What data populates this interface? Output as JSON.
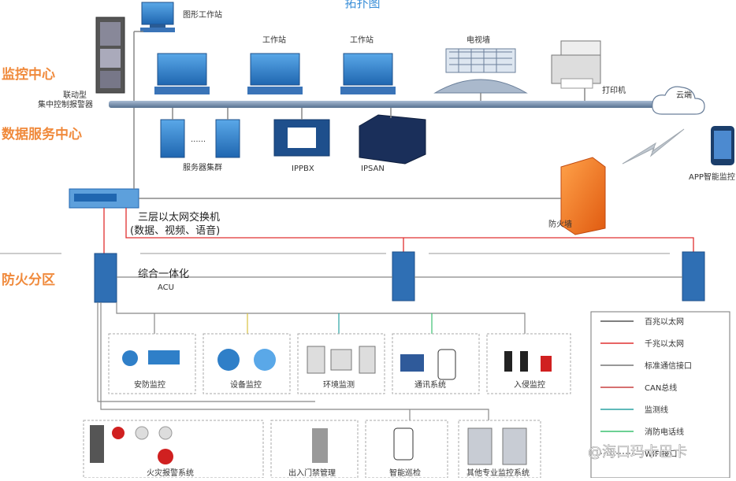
{
  "title": "拓扑图",
  "zones": {
    "monitor": "监控中心",
    "data": "数据服务中心",
    "fire": "防火分区"
  },
  "labels": {
    "graphic_ws": "图形工作站",
    "ws1": "工作站",
    "ws2": "工作站",
    "videowall": "电视墙",
    "printer": "打印机",
    "alarm_line1": "联动型",
    "alarm_line2": "集中控制报警器",
    "server_cluster": "服务器集群",
    "ippbx": "IPPBX",
    "ipsan": "IPSAN",
    "cloud": "云端",
    "app": "APP智能监控",
    "firewall": "防火墙",
    "switch_line1": "三层以太网交换机",
    "switch_line2": "(数据、视频、语音)",
    "acu_line1": "综合一体化",
    "acu_line2": "ACU",
    "dots": "......"
  },
  "subsystems": [
    {
      "label": "安防监控"
    },
    {
      "label": "设备监控"
    },
    {
      "label": "环境监测"
    },
    {
      "label": "通讯系统"
    },
    {
      "label": "入侵监控"
    }
  ],
  "bottom_systems": [
    {
      "label": "火灾报警系统"
    },
    {
      "label": "出入门禁管理"
    },
    {
      "label": "智能巡检"
    },
    {
      "label": "其他专业监控系统"
    }
  ],
  "legend": [
    {
      "label": "百兆以太网",
      "color": "#555555"
    },
    {
      "label": "千兆以太网",
      "color": "#e03030"
    },
    {
      "label": "标准通信接口",
      "color": "#777777"
    },
    {
      "label": "CAN总线",
      "color": "#c94040"
    },
    {
      "label": "监测线",
      "color": "#2aa3a3"
    },
    {
      "label": "消防电话线",
      "color": "#3cc070"
    },
    {
      "label": "WIFI接口",
      "color": "#888888"
    }
  ],
  "watermark": "@海口玛卡巴卡",
  "colors": {
    "zone": "#f08a3c",
    "bus": "#6a7f9a",
    "device_blue": "#2f7fc8",
    "gigabit": "#e03030"
  }
}
